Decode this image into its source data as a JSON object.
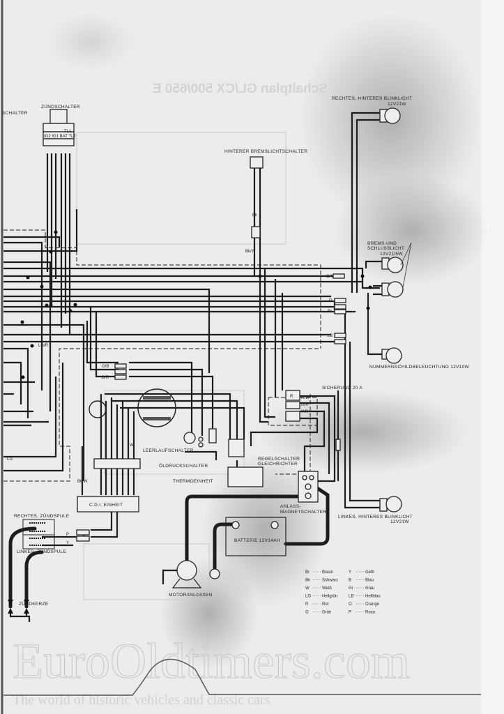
{
  "diagram": {
    "title_mirrored": "Schaltplan GL/CX 500/650 E",
    "labels": {
      "schalter_cut": "SCHALTER",
      "zuendschalter": "ZÜNDSCHALTER",
      "zuendschalter_tl1": "TL1",
      "zuendschalter_terminals": "IG2 IG1 BAT TL2",
      "hinterer_bremslichtschalter": "HINTERER BREMSLICHTSCHALTER",
      "rechtes_blinklicht": "RECHTES, HINTERES BLINKLICHT",
      "rechtes_blinklicht_rating": "12V21W",
      "brems_schlusslicht_1": "BREMS-UND",
      "brems_schlusslicht_2": "SCHLUSSLICHT",
      "brems_schlusslicht_rating": "12V21/5W",
      "nummernschild": "NUMMERNSCHILDBELEUCHTUNG 12V10W",
      "sicherung": "SICHERUNG 20 A",
      "leerlaufschalter": "LEERLAUFSCHALTER",
      "oeldruckschalter": "ÖLDRUCKSCHALTER",
      "thermoeinheit": "THERMOEINHEIT",
      "regelschalter_1": "REGELSCHALTER",
      "regelschalter_2": "GLEICHRICHTER",
      "anlass_1": "ANLASS-",
      "anlass_2": "MAGNETSCHALTER",
      "linkes_blinklicht": "LINKES, HINTERES BLINKLICHT",
      "linkes_blinklicht_rating": "12V21W",
      "cdi": "C.D.I. EINHEIT",
      "rechtes_zuendspule": "RECHTES, ZÜNDSPULE",
      "linkes_zuendspule": "LINKES, ZÜNDSPULE",
      "zuendkerze": "ZÜNDKERZE",
      "batterie": "BATTERIE 12V14AH",
      "motoranlassen": "MOTORANLASSEN"
    },
    "wire_labels": {
      "g": "G",
      "lb": "LB",
      "gy": "G/Y",
      "br": "Br",
      "bk": "Bk",
      "y": "Y",
      "p": "P",
      "lgr": "LG/R",
      "gb": "G/B",
      "br_r": "B/R",
      "rw": "R/W",
      "gr": "G/R",
      "yr": "Y/R",
      "r": "R",
      "lg": "LG",
      "w": "W",
      "bw": "Bk/W",
      "bky": "Bk/Y"
    },
    "legend": [
      {
        "code": "Br",
        "color": "Braun"
      },
      {
        "code": "Bk",
        "color": "Schwarz"
      },
      {
        "code": "W",
        "color": "Weiß"
      },
      {
        "code": "LG",
        "color": "Hellgrün"
      },
      {
        "code": "R",
        "color": "Rot"
      },
      {
        "code": "G",
        "color": "Grün"
      },
      {
        "code": "Y",
        "color": "Gelb"
      },
      {
        "code": "B",
        "color": "Blau"
      },
      {
        "code": "Gr",
        "color": "Grau"
      },
      {
        "code": "LB",
        "color": "Hellblau"
      },
      {
        "code": "O",
        "color": "Orange"
      },
      {
        "code": "P",
        "color": "Rosa"
      }
    ]
  },
  "watermark": {
    "brand": "EuroOldtimers.com",
    "tagline": "The world of historic vehicles and classic cars"
  }
}
